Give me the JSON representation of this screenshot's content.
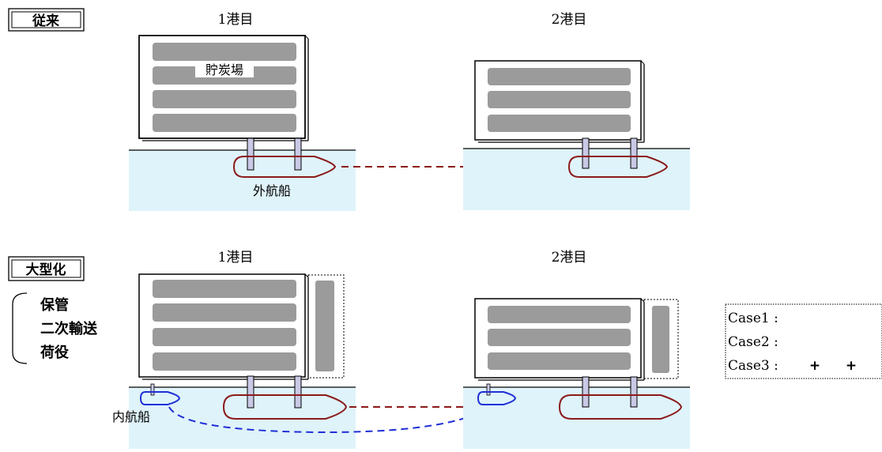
{
  "sections": {
    "conventional_label": "従来",
    "larger_label": "大型化"
  },
  "ports": {
    "port1_top": "1港目",
    "port2_top": "2港目",
    "port1_bottom": "1港目",
    "port2_bottom": "2港目"
  },
  "labels": {
    "coal_yard": "貯炭場",
    "ocean_ship": "外航船",
    "coastal_ship": "内航船"
  },
  "bracket_items": [
    "保管",
    "二次輸送",
    "荷役"
  ],
  "cases": {
    "case1": "Case1 :",
    "case2": "Case2 :",
    "case3": "Case3 :",
    "case3_plus_a": "+",
    "case3_plus_b": "+"
  },
  "colors": {
    "water": "#dff3fa",
    "stockpile": "#9b9b9b",
    "pier": "#c9c9e6",
    "ocean_ship": "#8b1a1a",
    "coastal_ship": "#1f2fd8"
  }
}
